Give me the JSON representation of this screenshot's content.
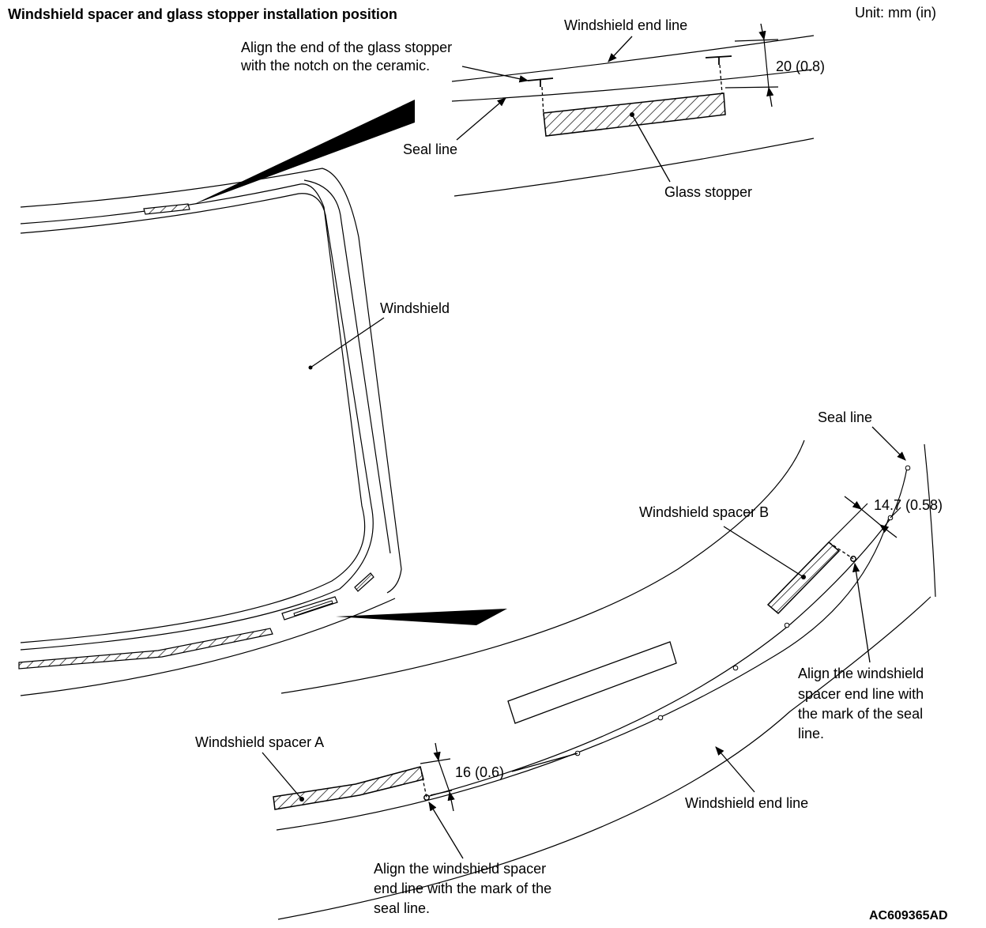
{
  "title": "Windshield spacer and glass stopper installation position",
  "unit": "Unit: mm (in)",
  "figure_code": "AC609365AD",
  "labels": {
    "windshield_end_line_top": "Windshield end line",
    "glass_stopper_note_1": "Align the end of the glass stopper",
    "glass_stopper_note_2": "with the notch on the ceramic.",
    "seal_line_top": "Seal line",
    "glass_stopper": "Glass stopper",
    "windshield": "Windshield",
    "seal_line_right": "Seal line",
    "spacer_b": "Windshield spacer B",
    "spacer_b_note_1": "Align the windshield",
    "spacer_b_note_2": "spacer end line with",
    "spacer_b_note_3": "the mark of the seal",
    "spacer_b_note_4": "line.",
    "spacer_a": "Windshield spacer A",
    "spacer_a_note_1": "Align the windshield spacer",
    "spacer_a_note_2": "end line with the mark of the",
    "spacer_a_note_3": "seal line.",
    "windshield_end_line_bottom": "Windshield end line"
  },
  "dimensions": {
    "top": "20 (0.8)",
    "spacer_b": "14.7 (0.58)",
    "spacer_a": "16 (0.6)"
  }
}
